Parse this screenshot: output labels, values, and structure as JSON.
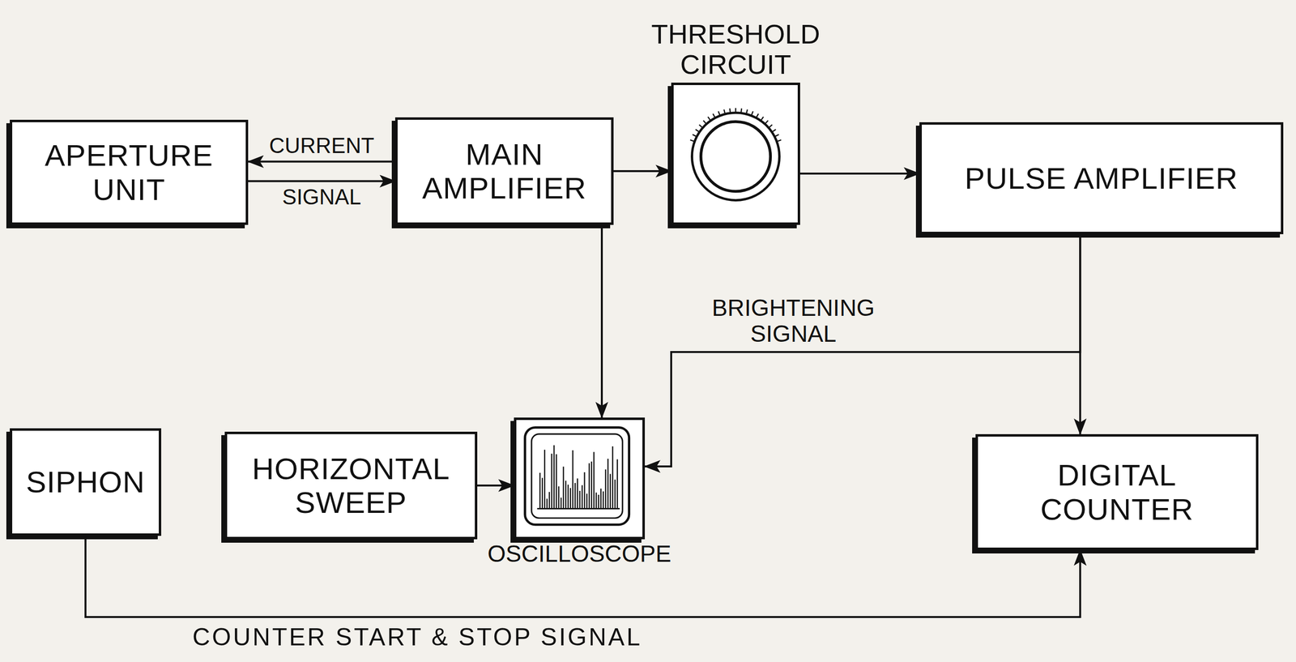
{
  "diagram": {
    "nodes": [
      {
        "text": [
          "APERTURE UNIT"
        ]
      },
      {
        "text": [
          "MAIN AMPLIFIER"
        ]
      },
      {
        "text": [
          "THRESHOLD CIRCUIT"
        ]
      },
      {
        "text": [
          "PULSE AMPLIFIER"
        ]
      },
      {
        "text": [
          "OSCILLOSCOPE"
        ]
      },
      {
        "text": [
          "SIPHON"
        ]
      },
      {
        "text": [
          "HORIZONTAL SWEEP"
        ]
      },
      {
        "text": [
          "DIGITAL COUNTER"
        ]
      }
    ],
    "edges": [
      {
        "from": 1,
        "to": 0,
        "label": "CURRENT",
        "arrow": "to"
      },
      {
        "from": 0,
        "to": 1,
        "label": "SIGNAL",
        "arrow": "to"
      },
      {
        "from": 1,
        "to": 2,
        "arrow": "to"
      },
      {
        "from": 2,
        "to": 3,
        "arrow": "to"
      },
      {
        "from": 1,
        "to": 4,
        "arrow": "to"
      },
      {
        "from": 3,
        "to": 7,
        "arrow": "to"
      },
      {
        "from": 3,
        "to": 4,
        "label": "BRIGHTENING SIGNAL",
        "arrow": "to"
      },
      {
        "from": 6,
        "to": 4,
        "arrow": "to"
      },
      {
        "from": 5,
        "to": 7,
        "label": "COUNTER START & STOP SIGNAL",
        "arrow": "to"
      }
    ]
  }
}
